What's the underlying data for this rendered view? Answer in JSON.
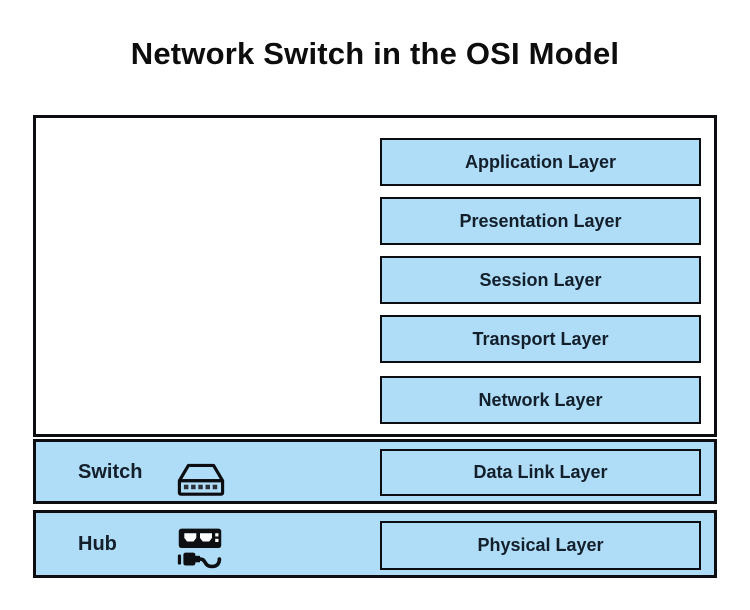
{
  "title": "Network Switch in the OSI Model",
  "colors": {
    "layer_fill": "#afdcf6",
    "border": "#0b0d10",
    "label_text": "#131f2b",
    "title_text": "#0d0d0d"
  },
  "osi": {
    "upper_layers": [
      {
        "label": "Application Layer"
      },
      {
        "label": "Presentation Layer"
      },
      {
        "label": "Session Layer"
      },
      {
        "label": "Transport Layer"
      },
      {
        "label": "Network Layer"
      }
    ],
    "device_rows": [
      {
        "device": "Switch",
        "icon": "network-switch-icon",
        "layer": "Data Link Layer"
      },
      {
        "device": "Hub",
        "icon": "ethernet-hub-icon",
        "layer": "Physical Layer"
      }
    ]
  }
}
